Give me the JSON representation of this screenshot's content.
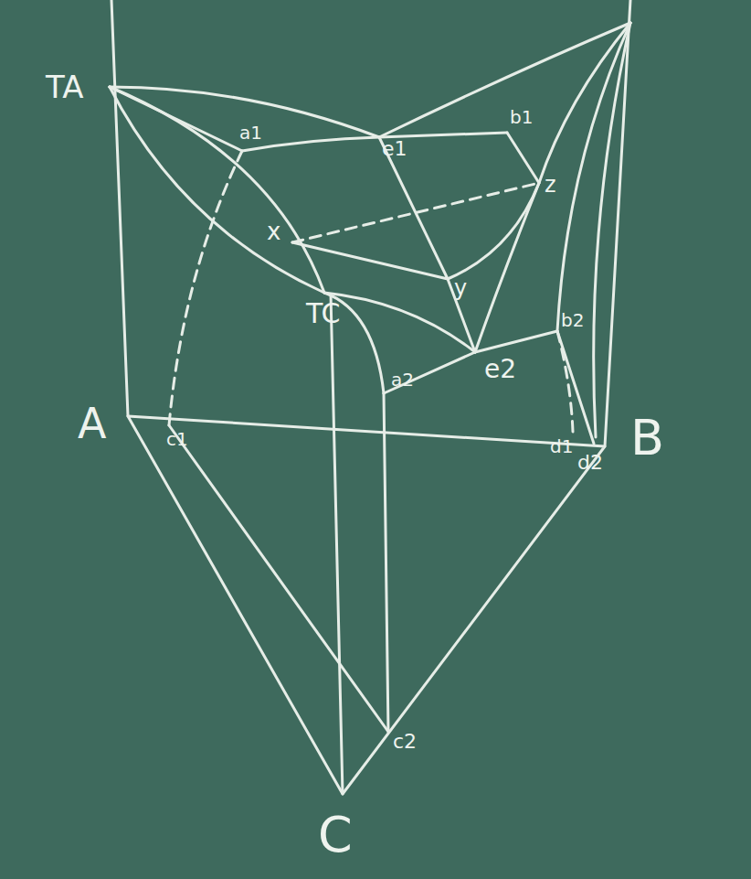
{
  "diagram": {
    "labels": [
      "TA",
      "a1",
      "e1",
      "b1",
      "z",
      "x",
      "y",
      "TC",
      "b2",
      "e2",
      "a2",
      "A",
      "c1",
      "d1",
      "d2",
      "B",
      "c2",
      "C"
    ]
  }
}
